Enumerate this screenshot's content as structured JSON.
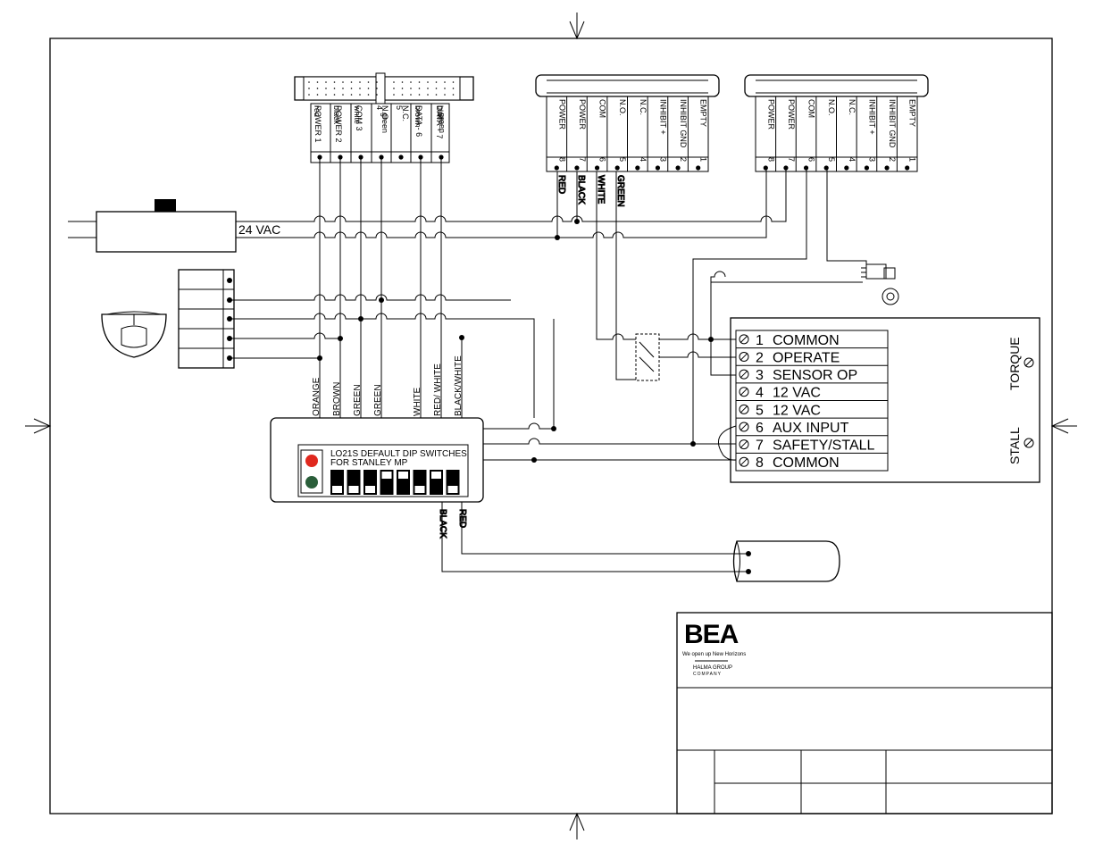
{
  "power_supply": {
    "label": "24  VAC"
  },
  "top_connector": {
    "pins": [
      "POWER  1",
      "POWER  2",
      "COM  3",
      "4",
      "5",
      "DATA -  6",
      "DATA + 7"
    ],
    "wire_colors": [
      "red",
      "black",
      "white",
      "N.O.",
      "N.C.",
      "blue",
      "brown",
      "green",
      "green"
    ]
  },
  "sensor_strip_1": {
    "terminals": [
      "POWER",
      "POWER",
      "COM",
      "N.O.",
      "N.C.",
      "INHIBIT +",
      "INHIBIT GND",
      "EMPTY"
    ],
    "numbers": [
      "8",
      "7",
      "6",
      "5",
      "4",
      "3",
      "2",
      "1"
    ],
    "wire_labels": [
      "RED",
      "BLACK",
      "WHITE",
      "GREEN"
    ]
  },
  "sensor_strip_2": {
    "terminals": [
      "POWER",
      "POWER",
      "COM",
      "N.O.",
      "N.C.",
      "INHIBIT +",
      "INHIBIT GND",
      "EMPTY"
    ],
    "numbers": [
      "8",
      "7",
      "6",
      "5",
      "4",
      "3",
      "2",
      "1"
    ]
  },
  "lo21s": {
    "title_line1": "LO21S DEFAULT DIP SWITCHES",
    "title_line2": "FOR STANLEY MP",
    "wire_labels": [
      "ORANGE",
      "BROWN",
      "GREEN",
      "GREEN",
      "WHITE",
      "RED/ WHITE",
      "BLACK/WHITE"
    ],
    "bottom_wire_labels": [
      "BLACK",
      "RED"
    ],
    "led_colors": {
      "red": "#e0281e",
      "green": "#2a5e3a"
    }
  },
  "controller": {
    "terminals": [
      {
        "num": "1",
        "label": "COMMON"
      },
      {
        "num": "2",
        "label": "OPERATE"
      },
      {
        "num": "3",
        "label": "SENSOR OP"
      },
      {
        "num": "4",
        "label": "12 VAC"
      },
      {
        "num": "5",
        "label": "12 VAC"
      },
      {
        "num": "6",
        "label": "AUX INPUT"
      },
      {
        "num": "7",
        "label": "SAFETY/STALL"
      },
      {
        "num": "8",
        "label": "COMMON"
      }
    ],
    "torque_label": "TORQUE",
    "stall_label": "STALL"
  },
  "title_block": {
    "logo_text": "BEA",
    "tagline": "We open up New Horizons",
    "group_line1": "HALMA GROUP",
    "group_line2": "COMPANY",
    "logo_color": "#000000"
  }
}
